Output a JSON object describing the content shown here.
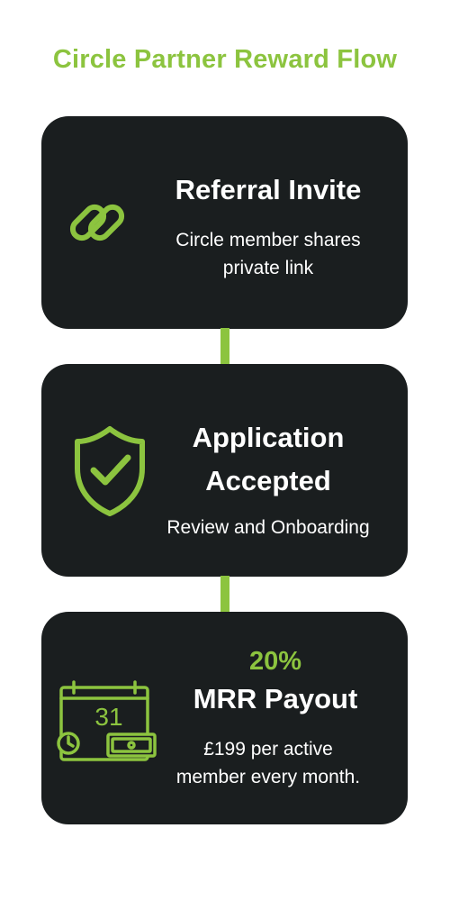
{
  "title": "Circle Partner Reward Flow",
  "colors": {
    "accent": "#8cc43f",
    "card_bg": "#1a1e1f",
    "text": "#ffffff"
  },
  "steps": [
    {
      "icon": "chain-link-icon",
      "title": "Referral Invite",
      "description_lines": [
        "Circle member shares",
        "private link"
      ]
    },
    {
      "icon": "shield-check-icon",
      "title_lines": [
        "Application",
        "Accepted"
      ],
      "description": "Review and Onboarding"
    },
    {
      "icon": "calendar-payment-icon",
      "highlight": "20%",
      "title": "MRR Payout",
      "description_lines": [
        "£199 per active",
        "member every month."
      ],
      "calendar_day": "31"
    }
  ]
}
